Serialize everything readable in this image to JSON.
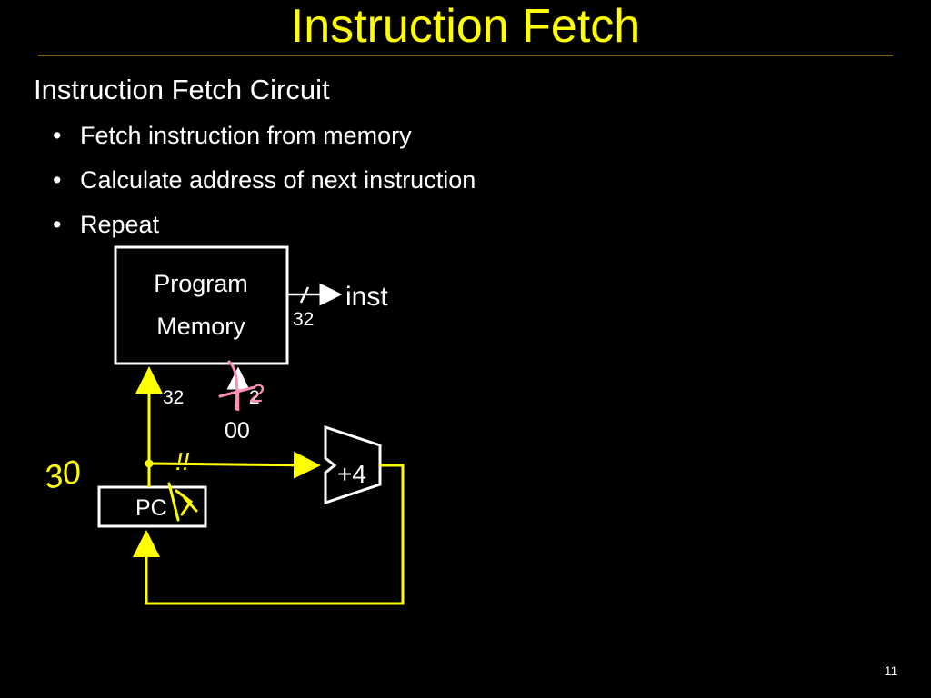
{
  "slide": {
    "title": "Instruction Fetch",
    "subtitle": "Instruction Fetch Circuit",
    "bullets": [
      "Fetch instruction from memory",
      "Calculate address of next instruction",
      "Repeat"
    ],
    "page_number": "11"
  },
  "diagram": {
    "memory_label_line1": "Program",
    "memory_label_line2": "Memory",
    "output_label": "inst",
    "output_width": "32",
    "address_width": "32",
    "dropped_bits_width": "2",
    "dropped_bits_value": "00",
    "adder_label": "+4",
    "pc_label": "PC",
    "annotations": {
      "handwritten_left": "30",
      "handwritten_near_bus": "!!",
      "handwritten_over_2": "2"
    },
    "colors": {
      "background": "#000000",
      "title": "#ffff00",
      "wire": "#ffff00",
      "box_border": "#ffffff",
      "pink_annotation": "#ff8fb0"
    }
  }
}
